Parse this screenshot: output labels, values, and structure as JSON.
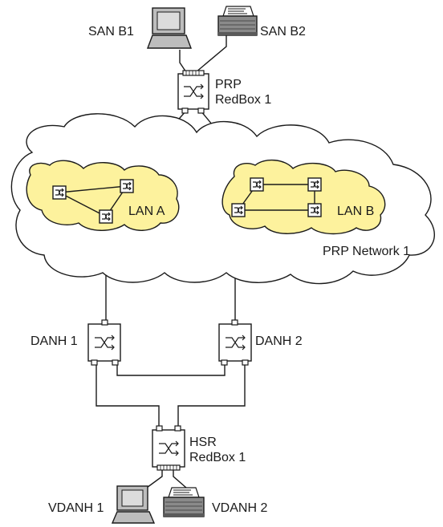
{
  "labels": {
    "san_b1": "SAN B1",
    "san_b2": "SAN B2",
    "prp_redbox_line1": "PRP",
    "prp_redbox_line2": "RedBox 1",
    "lan_a": "LAN A",
    "lan_b": "LAN B",
    "prp_network": "PRP Network 1",
    "danh1": "DANH 1",
    "danh2": "DANH 2",
    "hsr_redbox_line1": "HSR",
    "hsr_redbox_line2": "RedBox 1",
    "vdanh1": "VDANH 1",
    "vdanh2": "VDANH 2"
  },
  "colors": {
    "lan_fill": "#fdf29d",
    "cloud_fill": "#ffffff",
    "stroke": "#1a1a1a",
    "device_fill": "#bdbdbd"
  },
  "icons": {
    "computer": "laptop-icon",
    "printer": "printer-icon",
    "switch": "switch-icon"
  }
}
